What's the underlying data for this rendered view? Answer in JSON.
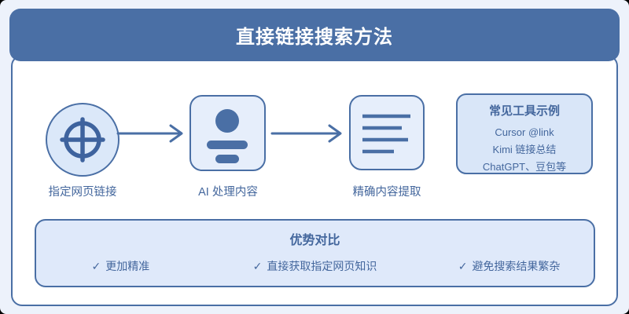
{
  "header": {
    "title": "直接链接搜索方法"
  },
  "flow": {
    "steps": [
      {
        "icon": "globe-icon",
        "label": "指定网页链接"
      },
      {
        "icon": "ai-person-icon",
        "label": "AI 处理内容"
      },
      {
        "icon": "document-lines-icon",
        "label": "精确内容提取"
      }
    ]
  },
  "tools_panel": {
    "title": "常见工具示例",
    "items": [
      "Cursor @link",
      "Kimi 链接总结",
      "ChatGPT、豆包等"
    ]
  },
  "advantages_panel": {
    "title": "优势对比",
    "check_glyph": "✓",
    "items": [
      "更加精准",
      "直接获取指定网页知识",
      "避免搜索结果繁杂"
    ]
  },
  "colors": {
    "accent": "#4a6fa5",
    "accent-dark": "#3e639e",
    "bg": "#edf2fb",
    "card-bg": "#ffffff",
    "circle-fill": "#dbe8f9",
    "square-fill": "#e6eefb",
    "tools-fill": "#d9e6f8",
    "adv-fill": "#dfe9fa",
    "text-blue": "#44679d",
    "header-text": "#ffffff"
  }
}
